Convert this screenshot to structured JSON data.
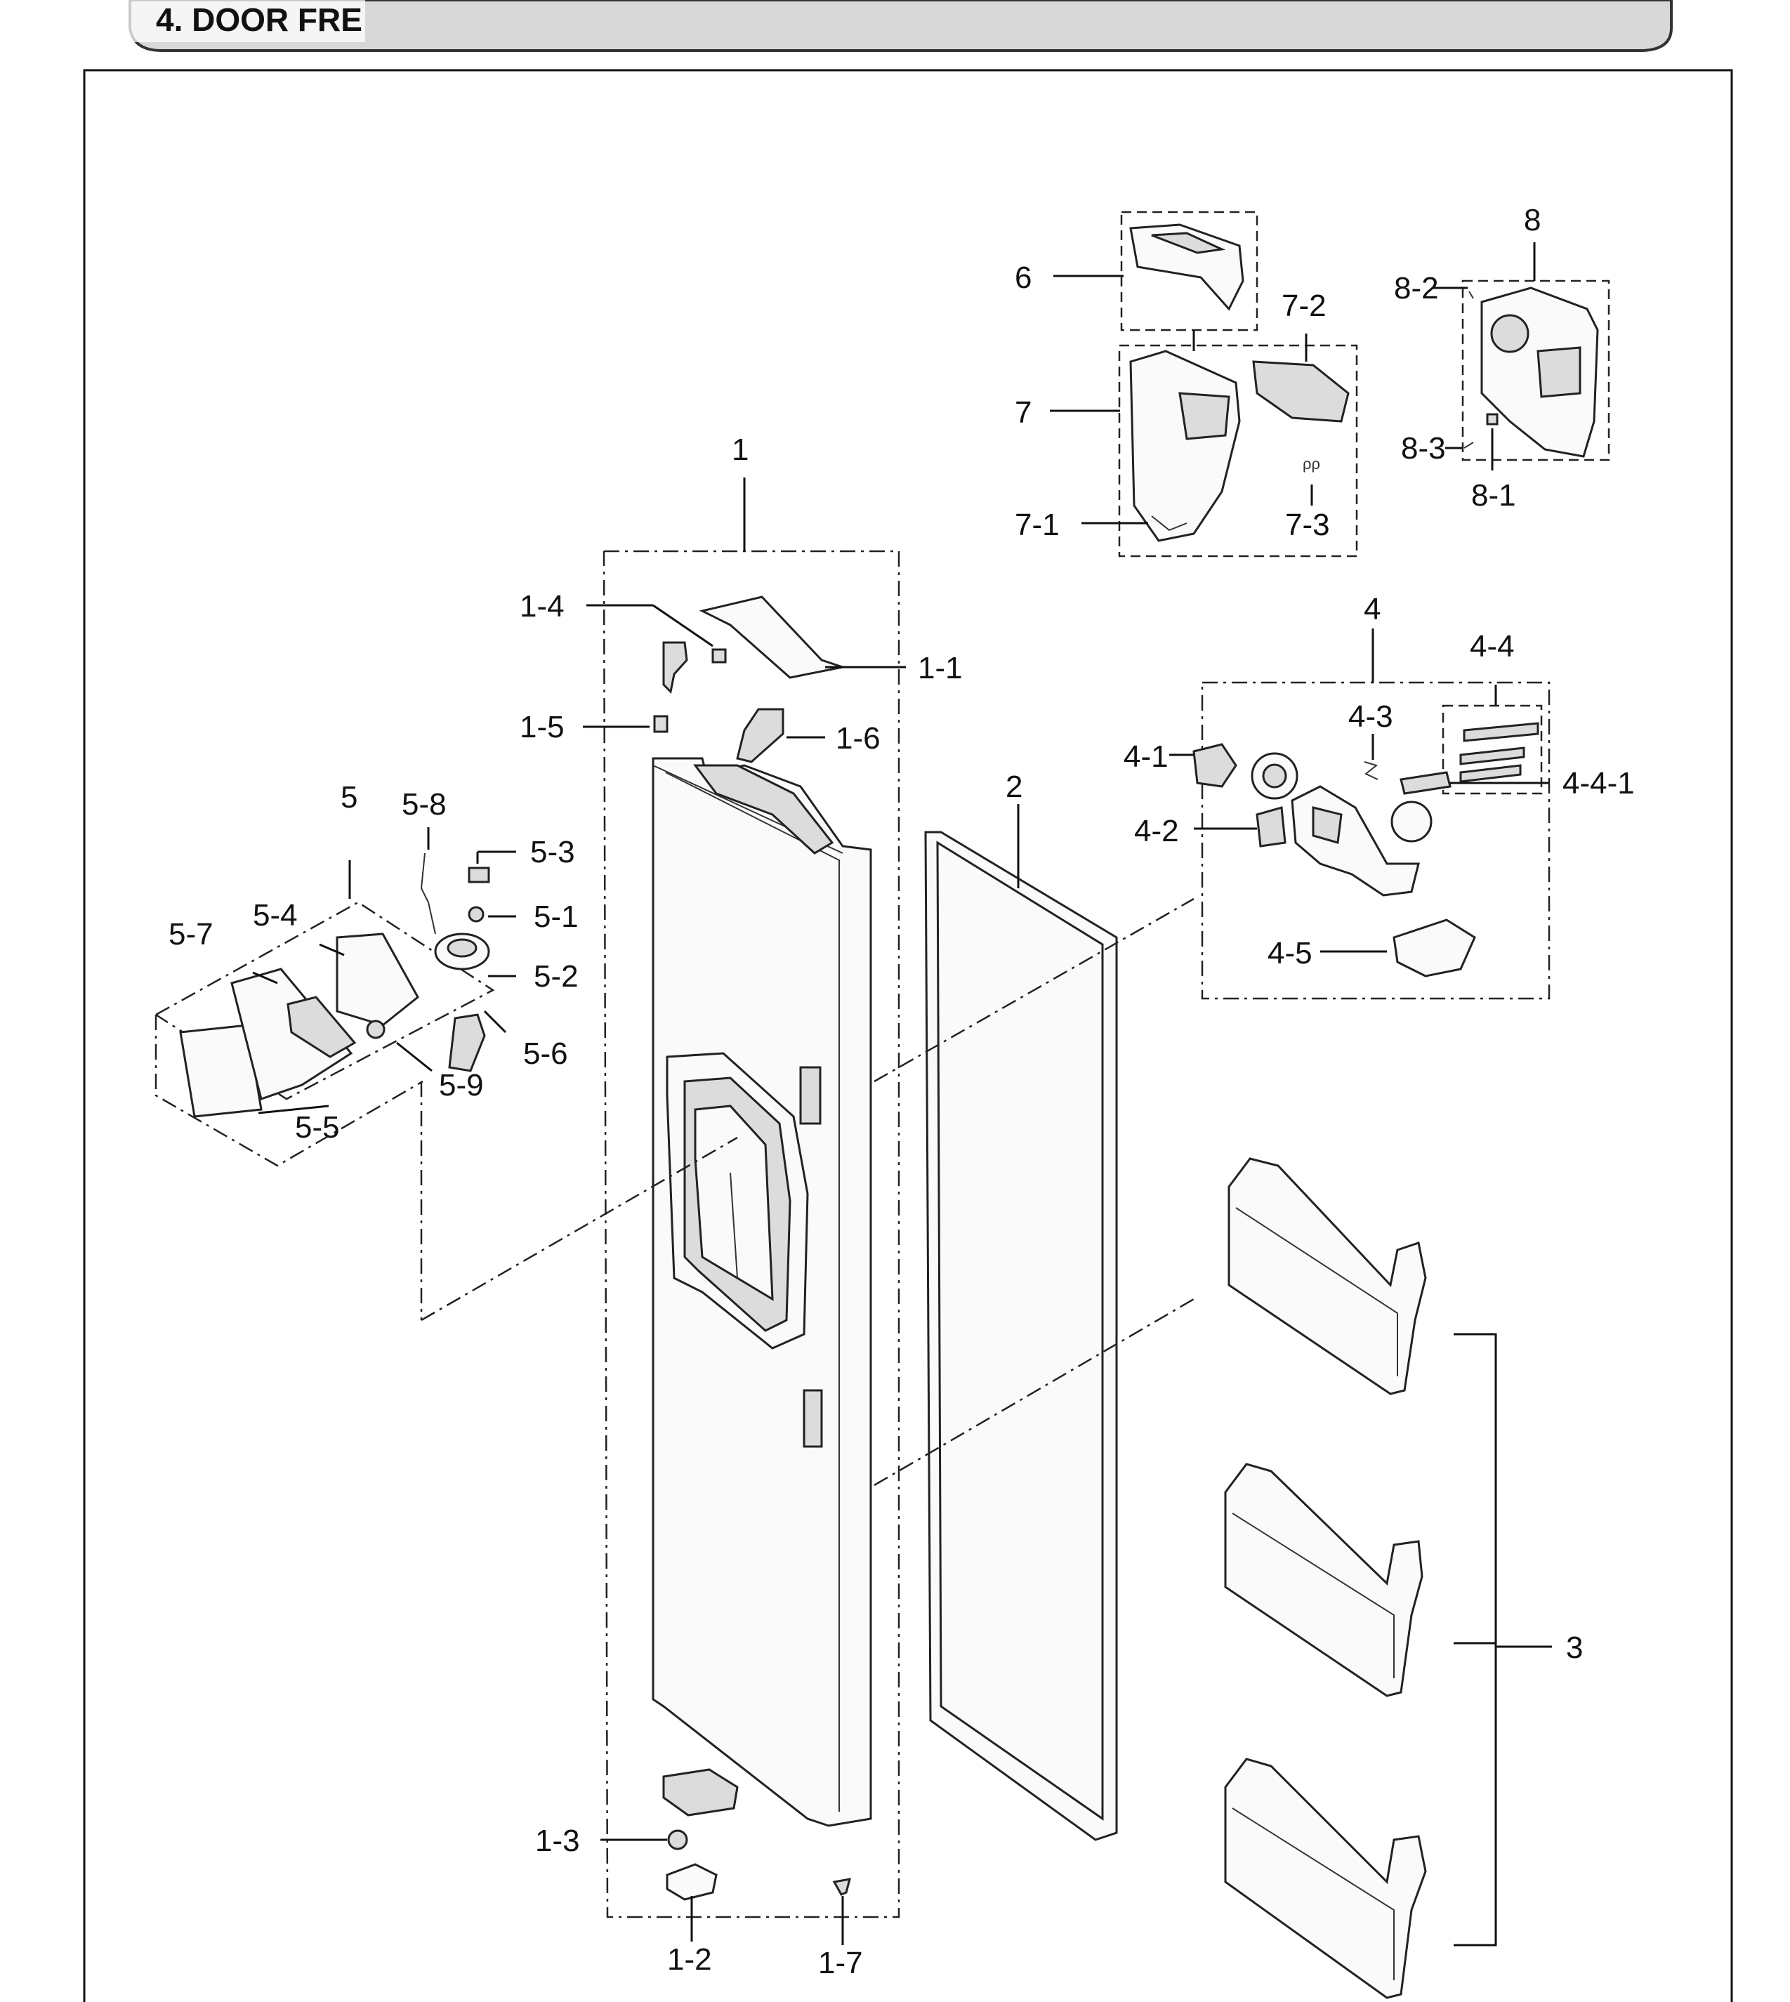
{
  "header": {
    "title": "4. DOOR FRE"
  },
  "callouts": {
    "c1": "1",
    "c1_1": "1-1",
    "c1_2": "1-2",
    "c1_3": "1-3",
    "c1_4": "1-4",
    "c1_5": "1-5",
    "c1_6": "1-6",
    "c1_7": "1-7",
    "c2": "2",
    "c3": "3",
    "c4": "4",
    "c4_1": "4-1",
    "c4_2": "4-2",
    "c4_3": "4-3",
    "c4_4": "4-4",
    "c4_4_1": "4-4-1",
    "c4_5": "4-5",
    "c5": "5",
    "c5_1": "5-1",
    "c5_2": "5-2",
    "c5_3": "5-3",
    "c5_4": "5-4",
    "c5_5": "5-5",
    "c5_6": "5-6",
    "c5_7": "5-7",
    "c5_8": "5-8",
    "c5_9": "5-9",
    "c6": "6",
    "c7": "7",
    "c7_1": "7-1",
    "c7_2": "7-2",
    "c7_3": "7-3",
    "c8": "8",
    "c8_1": "8-1",
    "c8_2": "8-2",
    "c8_3": "8-3"
  }
}
